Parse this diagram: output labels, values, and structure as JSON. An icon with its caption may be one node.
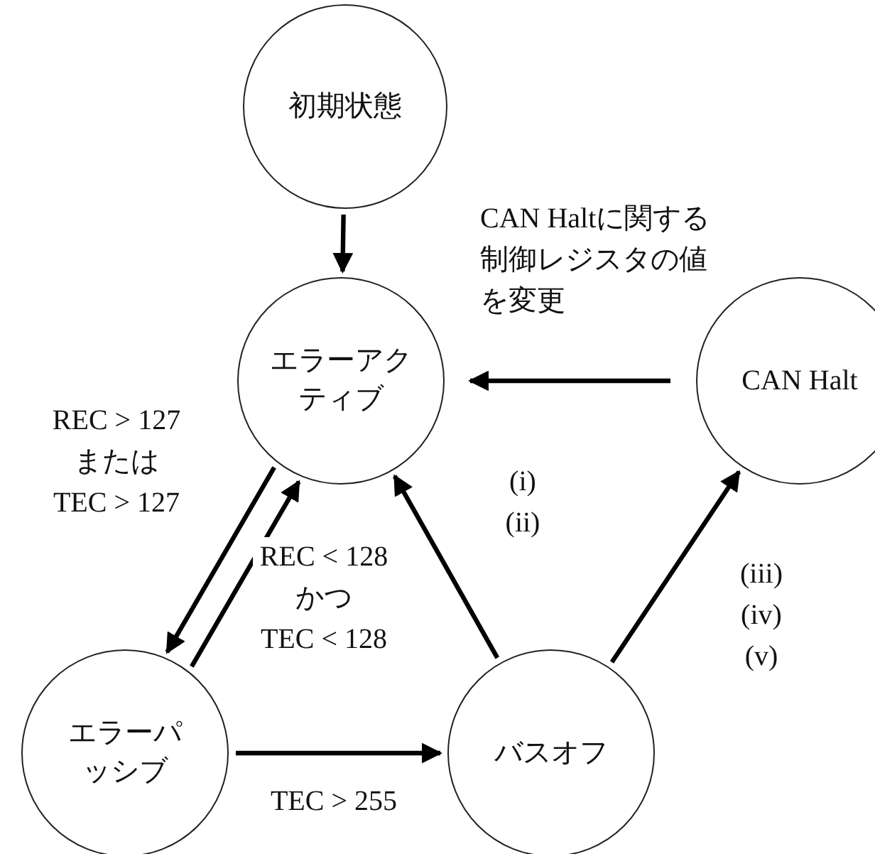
{
  "diagram": {
    "nodes": [
      {
        "text": [
          "初期状態"
        ]
      },
      {
        "text": [
          "エラーアクティブ"
        ]
      },
      {
        "text": [
          "CAN Halt"
        ]
      },
      {
        "text": [
          "エラーパッシブ"
        ]
      },
      {
        "text": [
          "バスオフ"
        ]
      }
    ],
    "edges": [
      {
        "from": 0,
        "to": 1,
        "arrow": "to"
      },
      {
        "from": 2,
        "to": 1,
        "arrow": "to",
        "label": "CAN Haltに関する制御レジスタの値を変更"
      },
      {
        "from": 1,
        "to": 3,
        "arrow": "to",
        "label": "REC > 127 または TEC > 127"
      },
      {
        "from": 3,
        "to": 1,
        "arrow": "to",
        "label": "REC < 128 かつ TEC < 128"
      },
      {
        "from": 3,
        "to": 4,
        "arrow": "to",
        "label": "TEC > 255"
      },
      {
        "from": 4,
        "to": 1,
        "arrow": "to",
        "label": "(i) (ii)"
      },
      {
        "from": 4,
        "to": 2,
        "arrow": "to",
        "label": "(iii) (iv) (v)"
      }
    ]
  }
}
